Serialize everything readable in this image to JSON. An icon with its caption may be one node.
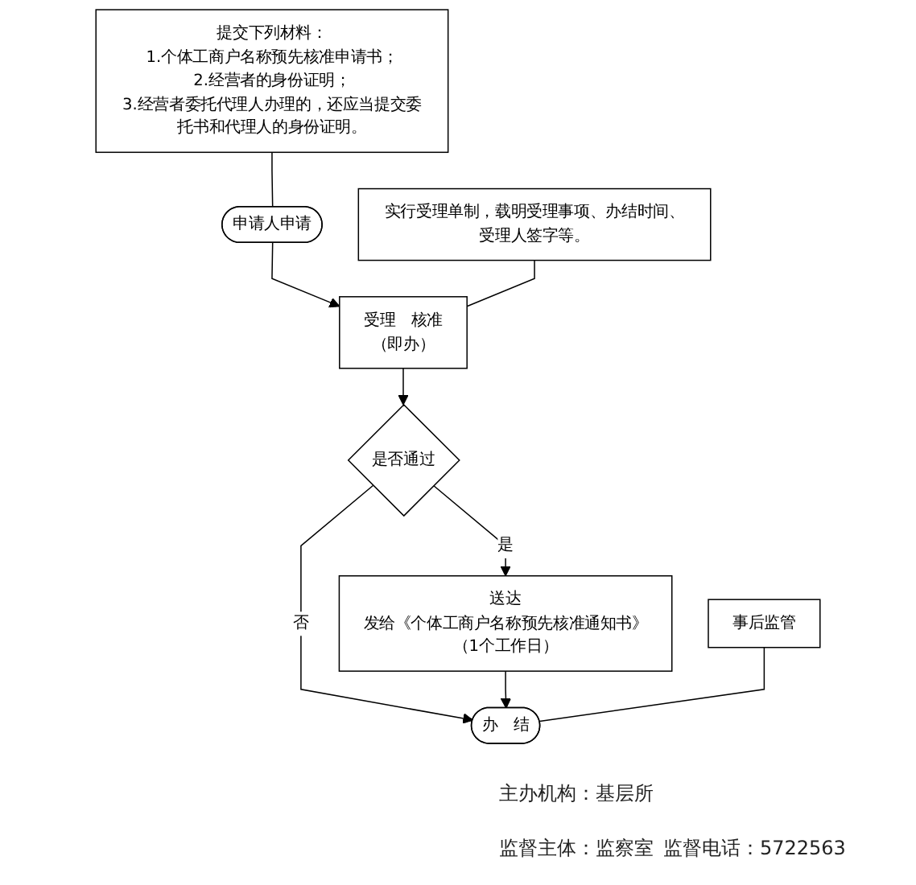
{
  "diagram": {
    "nodes": [
      {
        "text": [
          "申请人申请"
        ]
      },
      {
        "text": [
          "提交下列材料：",
          "1.个体工商户名称预先核准申请书；",
          "2.经营者的身份证明；",
          "3.经营者委托代理人办理的，还应当提交委托书和代理人的身份证明。"
        ]
      },
      {
        "text": [
          "受理　核准",
          "（即办）"
        ]
      },
      {
        "text": [
          "实行受理单制，载明受理事项、办结时间、受理人签字等。"
        ]
      },
      {
        "text": [
          "是否通过"
        ]
      },
      {
        "text": [
          "送达",
          "发给《个体工商户名称预先核准通知书》",
          "（1个工作日）"
        ]
      },
      {
        "text": [
          "办　结"
        ]
      },
      {
        "text": [
          "事后监管"
        ]
      }
    ],
    "edges": [
      {
        "from": 1,
        "to": 0,
        "arrow": "none"
      },
      {
        "from": 0,
        "to": 2,
        "arrow": "to"
      },
      {
        "from": 3,
        "to": 2,
        "arrow": "none"
      },
      {
        "from": 2,
        "to": 4,
        "arrow": "to"
      },
      {
        "from": 4,
        "to": 5,
        "arrow": "to",
        "label": "是"
      },
      {
        "from": 4,
        "to": 6,
        "arrow": "to",
        "label": "否"
      },
      {
        "from": 5,
        "to": 6,
        "arrow": "to"
      },
      {
        "from": 7,
        "to": 6,
        "arrow": "none"
      }
    ],
    "labels": [
      "主办机构：基层所",
      "监督主体：监察室",
      "监督电话：5722563"
    ]
  }
}
